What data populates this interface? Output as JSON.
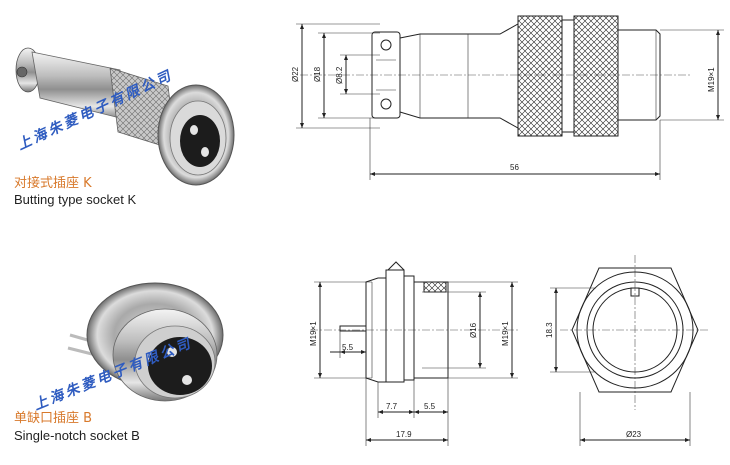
{
  "photo_top": {
    "watermark": "上海朱菱电子有限公司",
    "caption_cn": "对接式插座 K",
    "caption_en": "Butting type socket K"
  },
  "photo_bottom": {
    "watermark": "上海朱菱电子有限公司",
    "caption_cn": "单缺口插座 B",
    "caption_en": "Single-notch socket B"
  },
  "drawing_top": {
    "dims": {
      "d22": "Ø22",
      "d18": "Ø18",
      "d82": "Ø8.2",
      "m19": "M19×1",
      "len56": "56"
    }
  },
  "drawing_bottom_side": {
    "dims": {
      "m19_left": "M19×1",
      "m19_right": "M19×1",
      "d16": "Ø16",
      "d55_left": "5.5",
      "d77": "7.7",
      "d55_bottom": "5.5",
      "d179": "17.9"
    }
  },
  "drawing_bottom_front": {
    "dims": {
      "h183": "18.3",
      "d23": "Ø23"
    }
  },
  "colors": {
    "watermark": "#2f5cc0",
    "caption_cn": "#d8792b",
    "line": "#222222"
  }
}
